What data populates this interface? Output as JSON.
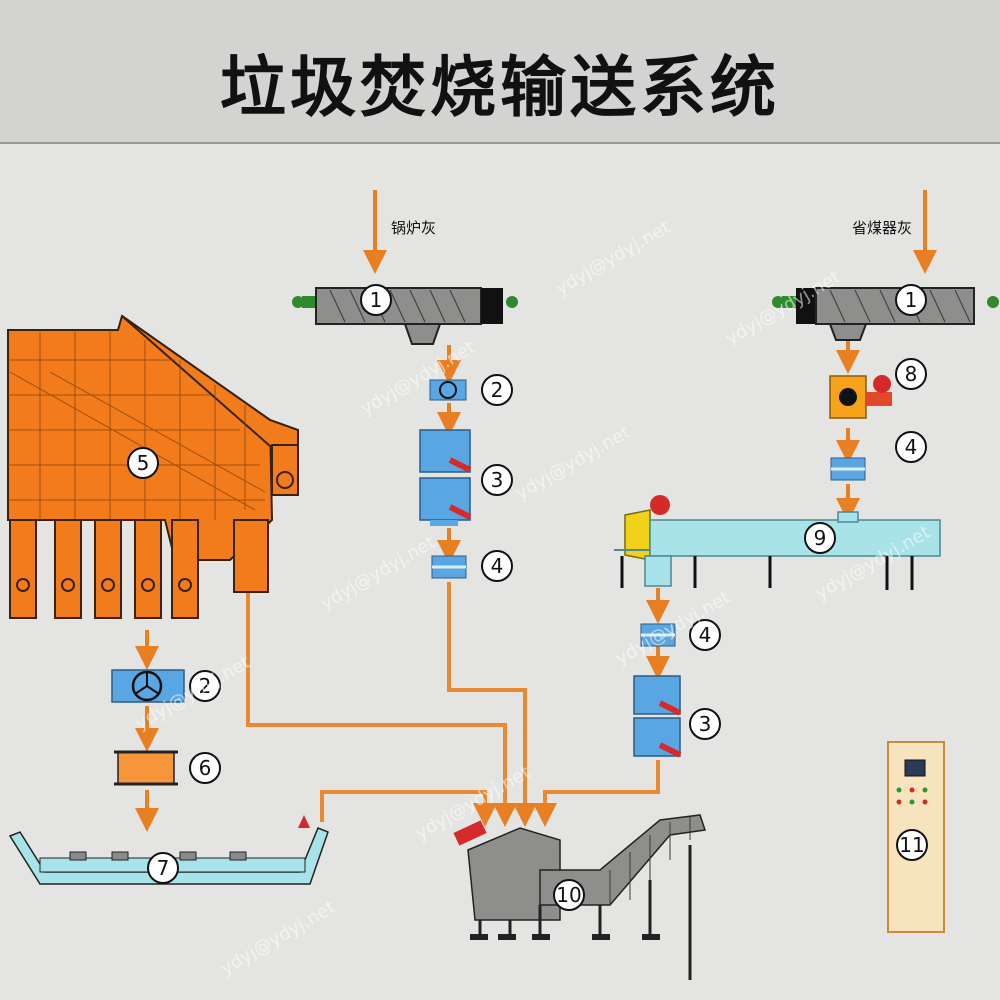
{
  "title": "垃圾焚烧输送系统",
  "labels": {
    "boiler_ash": "锅炉灰",
    "economizer_ash": "省煤器灰"
  },
  "numbers": {
    "n1": "1",
    "n2": "2",
    "n3": "3",
    "n4": "4",
    "n5": "5",
    "n6": "6",
    "n7": "7",
    "n8": "8",
    "n9": "9",
    "n10": "10",
    "n11": "11"
  },
  "watermark": "ydyj@ydyj.net",
  "colors": {
    "arrow": "#e87f22",
    "pipe": "#e98a33",
    "orange_machine": "#f27c1c",
    "blue_part": "#5aa6e3",
    "cyan_conveyor": "#a9e3ea",
    "grey_machine": "#8e8e8c",
    "cabinet": "#f7e3bd"
  }
}
